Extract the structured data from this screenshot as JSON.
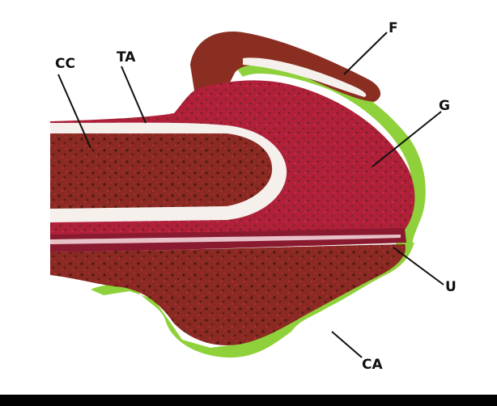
{
  "labels": {
    "cc": "CC",
    "ta": "TA",
    "f": "F",
    "g": "G",
    "u": "U",
    "ca": "CA"
  },
  "colors": {
    "background": "#ffffff",
    "tissue_red": "#b0203a",
    "tissue_brown": "#7a2a1a",
    "tissue_dark": "#4a1a10",
    "epithelium_green": "#8fd13a",
    "albuginea_white": "#f6f0ec",
    "label_text": "#111111"
  }
}
